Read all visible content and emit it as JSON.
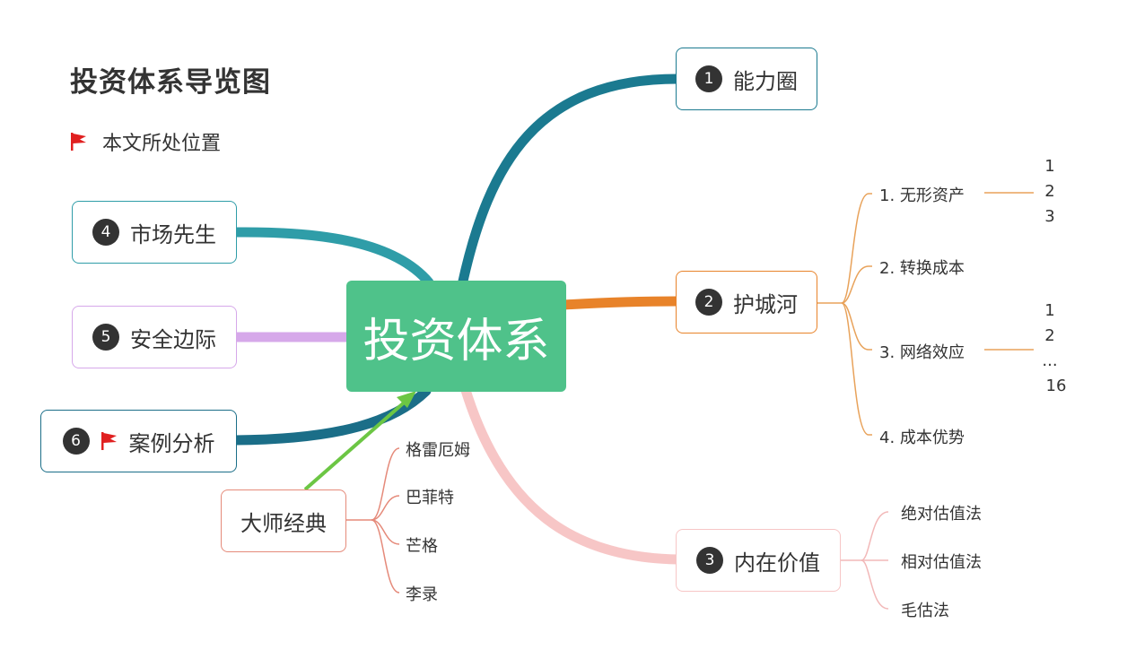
{
  "title": "投资体系导览图",
  "legend": {
    "text": "本文所处位置",
    "flag_color": "#e02020"
  },
  "center": {
    "label": "投资体系",
    "color": "#4fc28a"
  },
  "branches": [
    {
      "num": "1",
      "label": "能力圈",
      "color": "#1b7a90"
    },
    {
      "num": "2",
      "label": "护城河",
      "color": "#e8832a",
      "children": [
        "1. 无形资产",
        "2. 转换成本",
        "3. 网络效应",
        "4. 成本优势"
      ]
    },
    {
      "num": "3",
      "label": "内在价值",
      "color": "#f7c6c6",
      "children": [
        "绝对估值法",
        "相对估值法",
        "毛估法"
      ]
    },
    {
      "num": "4",
      "label": "市场先生",
      "color": "#2f9da8"
    },
    {
      "num": "5",
      "label": "安全边际",
      "color": "#d6a8ea"
    },
    {
      "num": "6",
      "label": "案例分析",
      "color": "#1b6e88"
    }
  ],
  "sub_lists": {
    "intangible": [
      "1",
      "2",
      "3"
    ],
    "network": [
      "1",
      "2",
      "...",
      "16"
    ]
  },
  "masters": {
    "label": "大师经典",
    "color": "#e58a7a",
    "arrow_color": "#6cc644",
    "children": [
      "格雷厄姆",
      "巴菲特",
      "芒格",
      "李录"
    ]
  }
}
